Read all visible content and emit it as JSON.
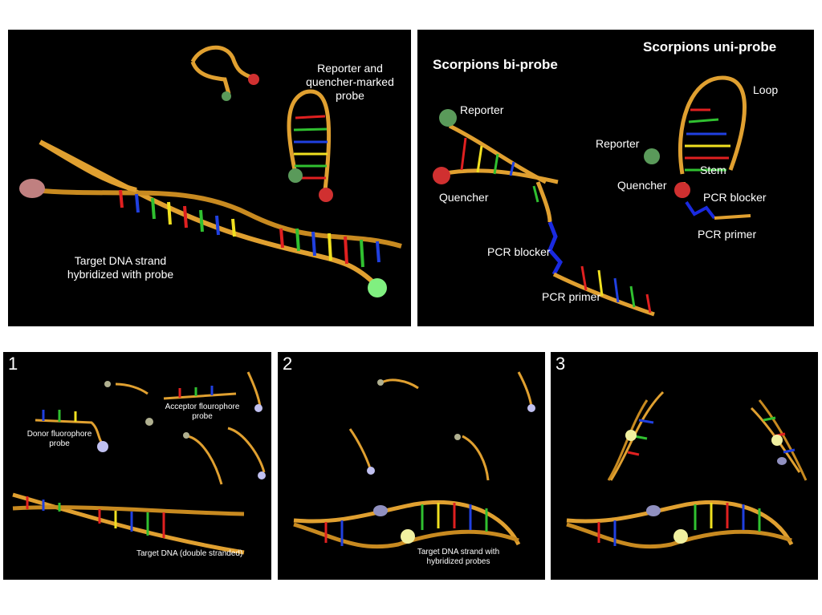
{
  "colors": {
    "background": "#000000",
    "backbone": "#e0a030",
    "base_red": "#e02020",
    "base_green": "#30c030",
    "base_blue": "#2040e0",
    "base_yellow": "#f0e020",
    "reporter": "#5a9a5a",
    "quencher": "#d03030",
    "blocker": "#1a2ae0"
  },
  "panel_a": {
    "label_reporter_quencher": "Reporter and\nquencher-marked\nprobe",
    "label_target": "Target DNA strand\nhybridized with probe"
  },
  "panel_b": {
    "heading_bi": "Scorpions bi-probe",
    "heading_uni": "Scorpions uni-probe",
    "bi": {
      "reporter": "Reporter",
      "quencher": "Quencher",
      "pcr_blocker": "PCR blocker",
      "pcr_primer": "PCR primer"
    },
    "uni": {
      "loop": "Loop",
      "reporter": "Reporter",
      "stem": "Stem",
      "quencher": "Quencher",
      "pcr_blocker": "PCR blocker",
      "pcr_primer": "PCR primer"
    }
  },
  "panel_1": {
    "number": "1",
    "donor": "Donor fluorophore\nprobe",
    "acceptor": "Acceptor flourophore\nprobe",
    "target": "Target DNA (double stranded)"
  },
  "panel_2": {
    "number": "2",
    "target": "Target DNA strand with\nhybridized probes"
  },
  "panel_3": {
    "number": "3"
  }
}
